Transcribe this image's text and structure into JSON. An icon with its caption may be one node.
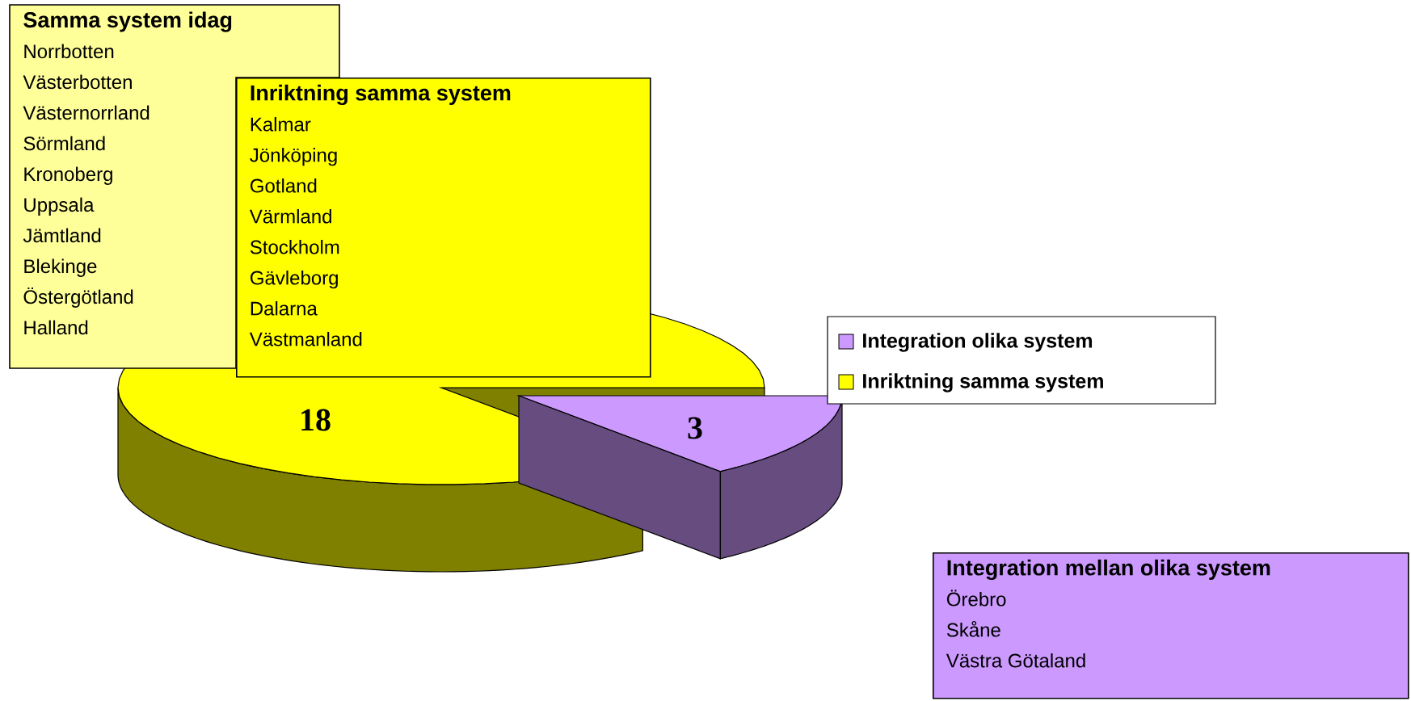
{
  "diagram": {
    "nodes": [
      {
        "text": [
          "Samma system idag",
          "Norrbotten",
          "Västerbotten",
          "Västernorrland",
          "Sörmland",
          "Kronoberg",
          "Uppsala",
          "Jämtland",
          "Blekinge",
          "Östergötland",
          "Halland"
        ]
      },
      {
        "text": [
          "Inriktning samma system",
          "Kalmar",
          "Jönköping",
          "Gotland",
          "Värmland",
          "Stockholm",
          "Gävleborg",
          "Dalarna",
          "Västmanland"
        ]
      },
      {
        "text": [
          "Integration mellan olika system",
          "Örebro",
          "Skåne",
          "Västra Götaland"
        ]
      }
    ],
    "legend": [
      {
        "text": "Integration olika system",
        "color": "#cc99ff"
      },
      {
        "text": "Inriktning samma system",
        "color": "#ffff00"
      }
    ],
    "labels": [
      "18",
      "3"
    ]
  }
}
